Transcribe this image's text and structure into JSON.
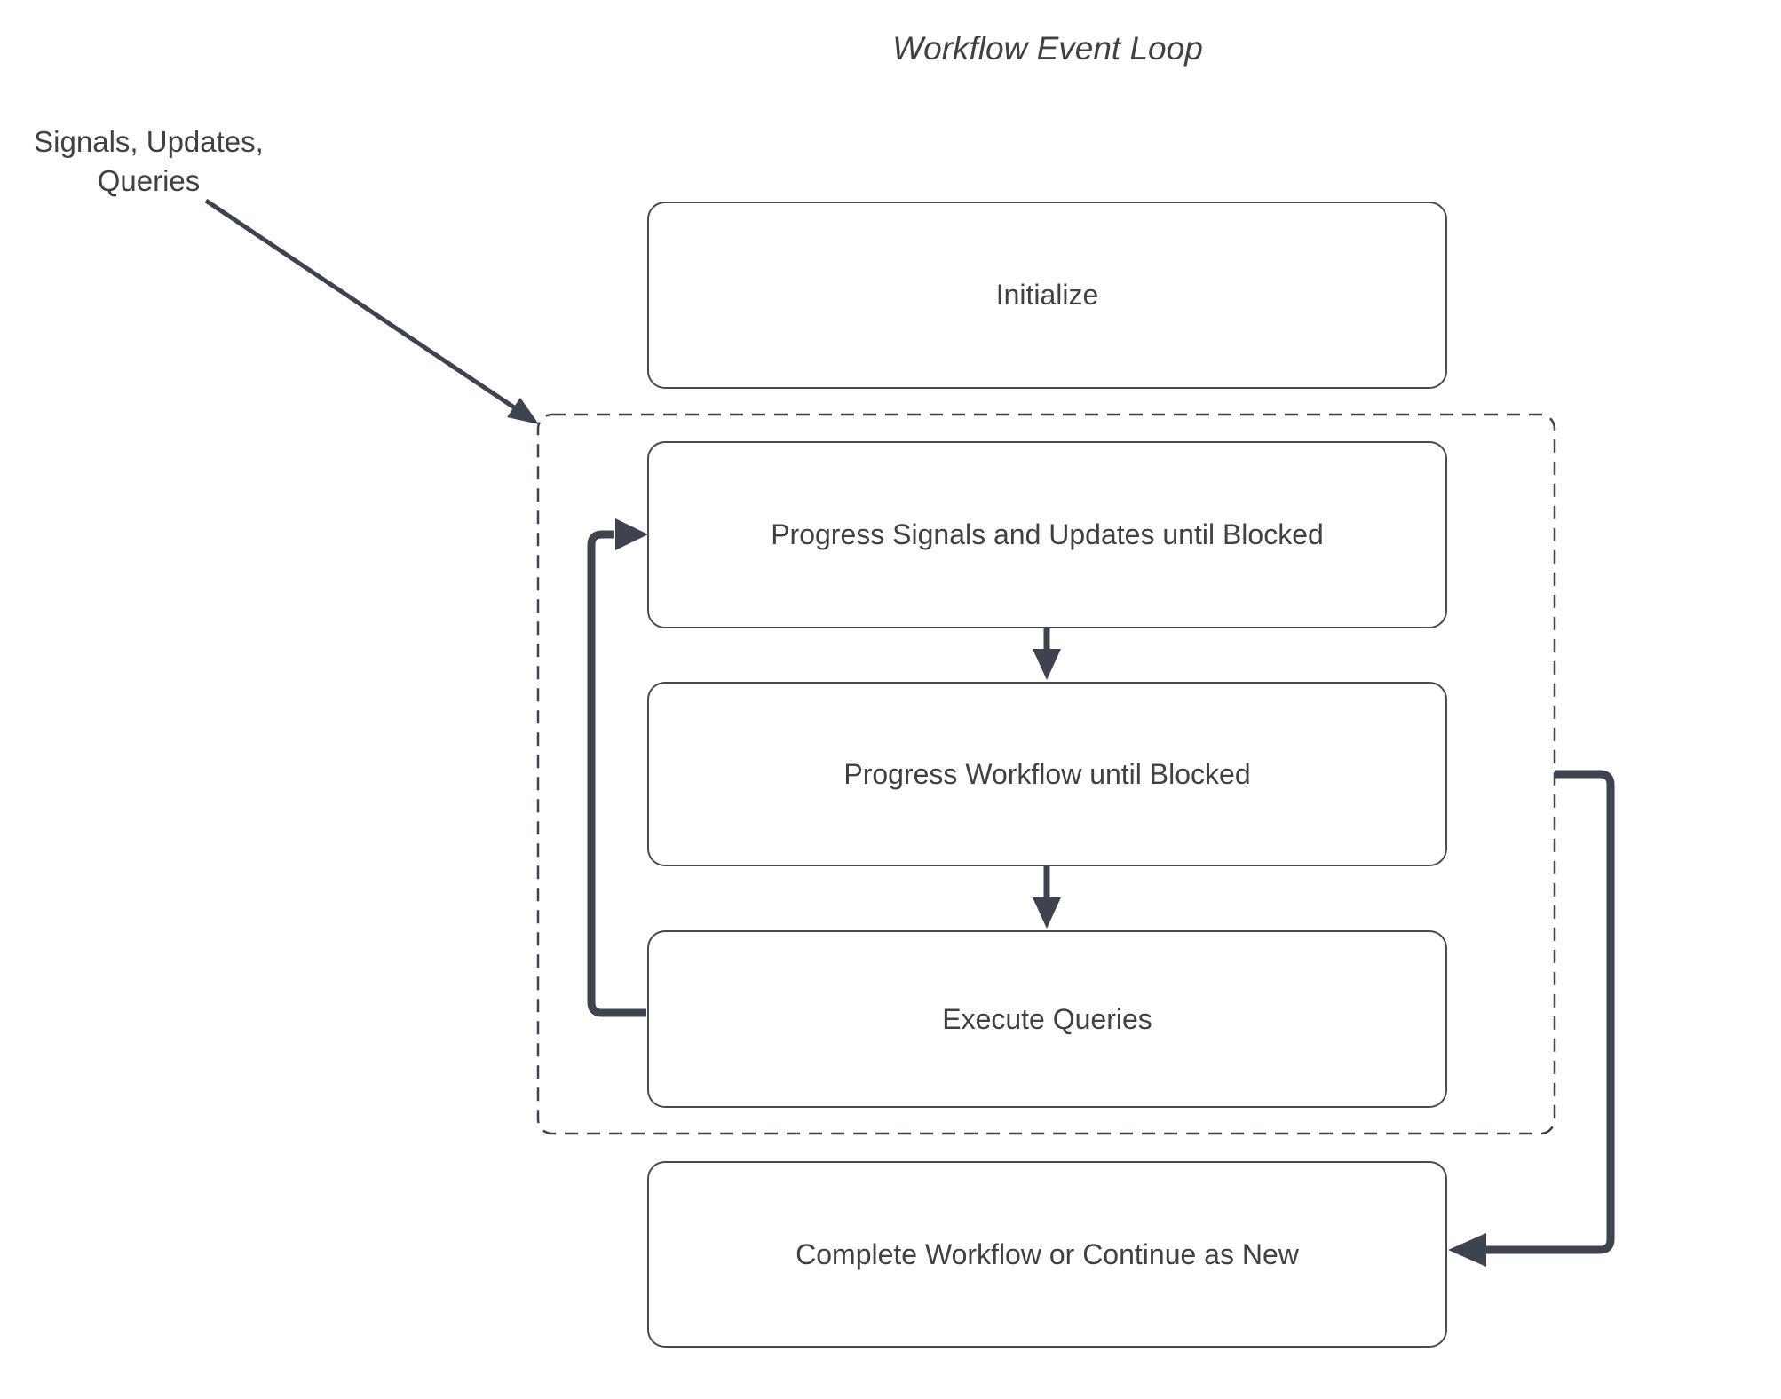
{
  "title": "Workflow Event Loop",
  "annotation": {
    "lines": [
      "Signals, Updates,",
      "Queries"
    ]
  },
  "nodes": {
    "initialize": {
      "label": "Initialize"
    },
    "progress_signals": {
      "label": "Progress Signals and Updates until Blocked"
    },
    "progress_workflow": {
      "label": "Progress Workflow until Blocked"
    },
    "execute_queries": {
      "label": "Execute Queries"
    },
    "complete": {
      "label": "Complete Workflow or Continue as New"
    }
  },
  "colors": {
    "stroke": "#3d434f",
    "text": "#3e4247",
    "border": "#474c54",
    "bg": "#ffffff"
  }
}
